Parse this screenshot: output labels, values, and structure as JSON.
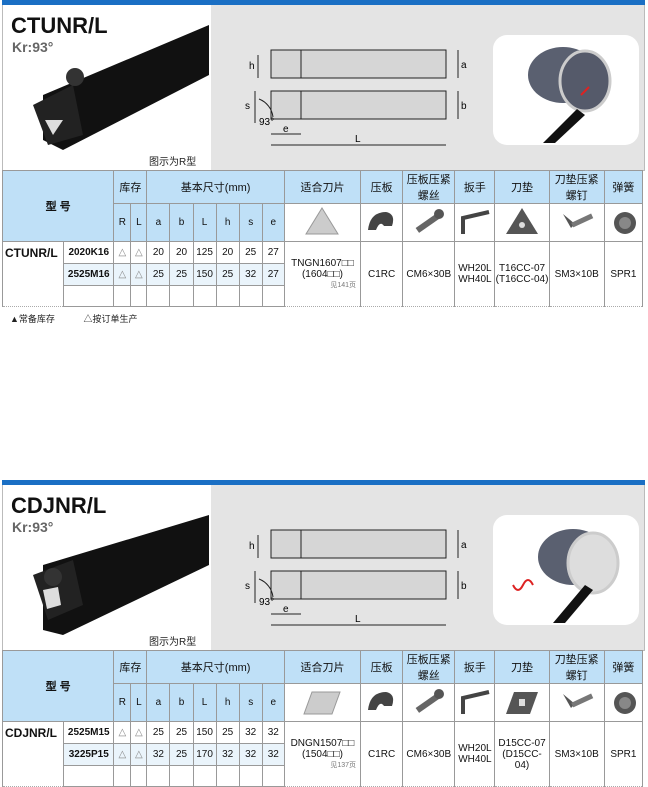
{
  "legend": {
    "stock": "▲常备库存",
    "order": "△按订单生产"
  },
  "headers": {
    "model": "型 号",
    "stock": "库存",
    "dims": "基本尺寸(mm)",
    "insert": "适合刀片",
    "clamp": "压板",
    "clamp_screw": "压板压紧螺丝",
    "wrench": "扳手",
    "shim": "刀垫",
    "shim_screw": "刀垫压紧螺钉",
    "spring": "弹簧",
    "sub": [
      "R",
      "L",
      "a",
      "b",
      "L",
      "h",
      "s",
      "e"
    ]
  },
  "sections": [
    {
      "title": "CTUNR/L",
      "kr": "Kr:93°",
      "caption": "图示为R型",
      "diagram": {
        "h": "h",
        "a": "a",
        "s": "s",
        "b": "b",
        "angle": "93°",
        "e": "e",
        "L": "L"
      },
      "insert_shape": "triangle",
      "shim_shape": "triangle",
      "model": "CTUNR/L",
      "rows": [
        {
          "code": "2020K16",
          "R": "△",
          "L": "△",
          "a": "20",
          "b": "20",
          "len": "125",
          "h": "20",
          "s": "25",
          "e": "27"
        },
        {
          "code": "2525M16",
          "R": "△",
          "L": "△",
          "a": "25",
          "b": "25",
          "len": "150",
          "h": "25",
          "s": "32",
          "e": "27"
        }
      ],
      "insert": "TNGN1607□□",
      "insert_alt": "(1604□□)",
      "insert_ref": "见141页",
      "clamp": "C1RC",
      "clamp_screw": "CM6×30B",
      "wrench1": "WH20L",
      "wrench2": "WH40L",
      "shim": "T16CC-07",
      "shim_alt": "(T16CC-04)",
      "shim_screw": "SM3×10B",
      "spring": "SPR1"
    },
    {
      "title": "CDJNR/L",
      "kr": "Kr:93°",
      "caption": "图示为R型",
      "diagram": {
        "h": "h",
        "a": "a",
        "s": "s",
        "b": "b",
        "angle": "93°",
        "e": "e",
        "L": "L"
      },
      "insert_shape": "rhombus",
      "shim_shape": "rhombus",
      "model": "CDJNR/L",
      "rows": [
        {
          "code": "2525M15",
          "R": "△",
          "L": "△",
          "a": "25",
          "b": "25",
          "len": "150",
          "h": "25",
          "s": "32",
          "e": "32"
        },
        {
          "code": "3225P15",
          "R": "△",
          "L": "△",
          "a": "32",
          "b": "25",
          "len": "170",
          "h": "32",
          "s": "32",
          "e": "32"
        }
      ],
      "insert": "DNGN1507□□",
      "insert_alt": "(1504□□)",
      "insert_ref": "见137页",
      "clamp": "C1RC",
      "clamp_screw": "CM6×30B",
      "wrench1": "WH20L",
      "wrench2": "WH40L",
      "shim": "D15CC-07",
      "shim_alt": "(D15CC-04)",
      "shim_screw": "SM3×10B",
      "spring": "SPR1"
    }
  ]
}
